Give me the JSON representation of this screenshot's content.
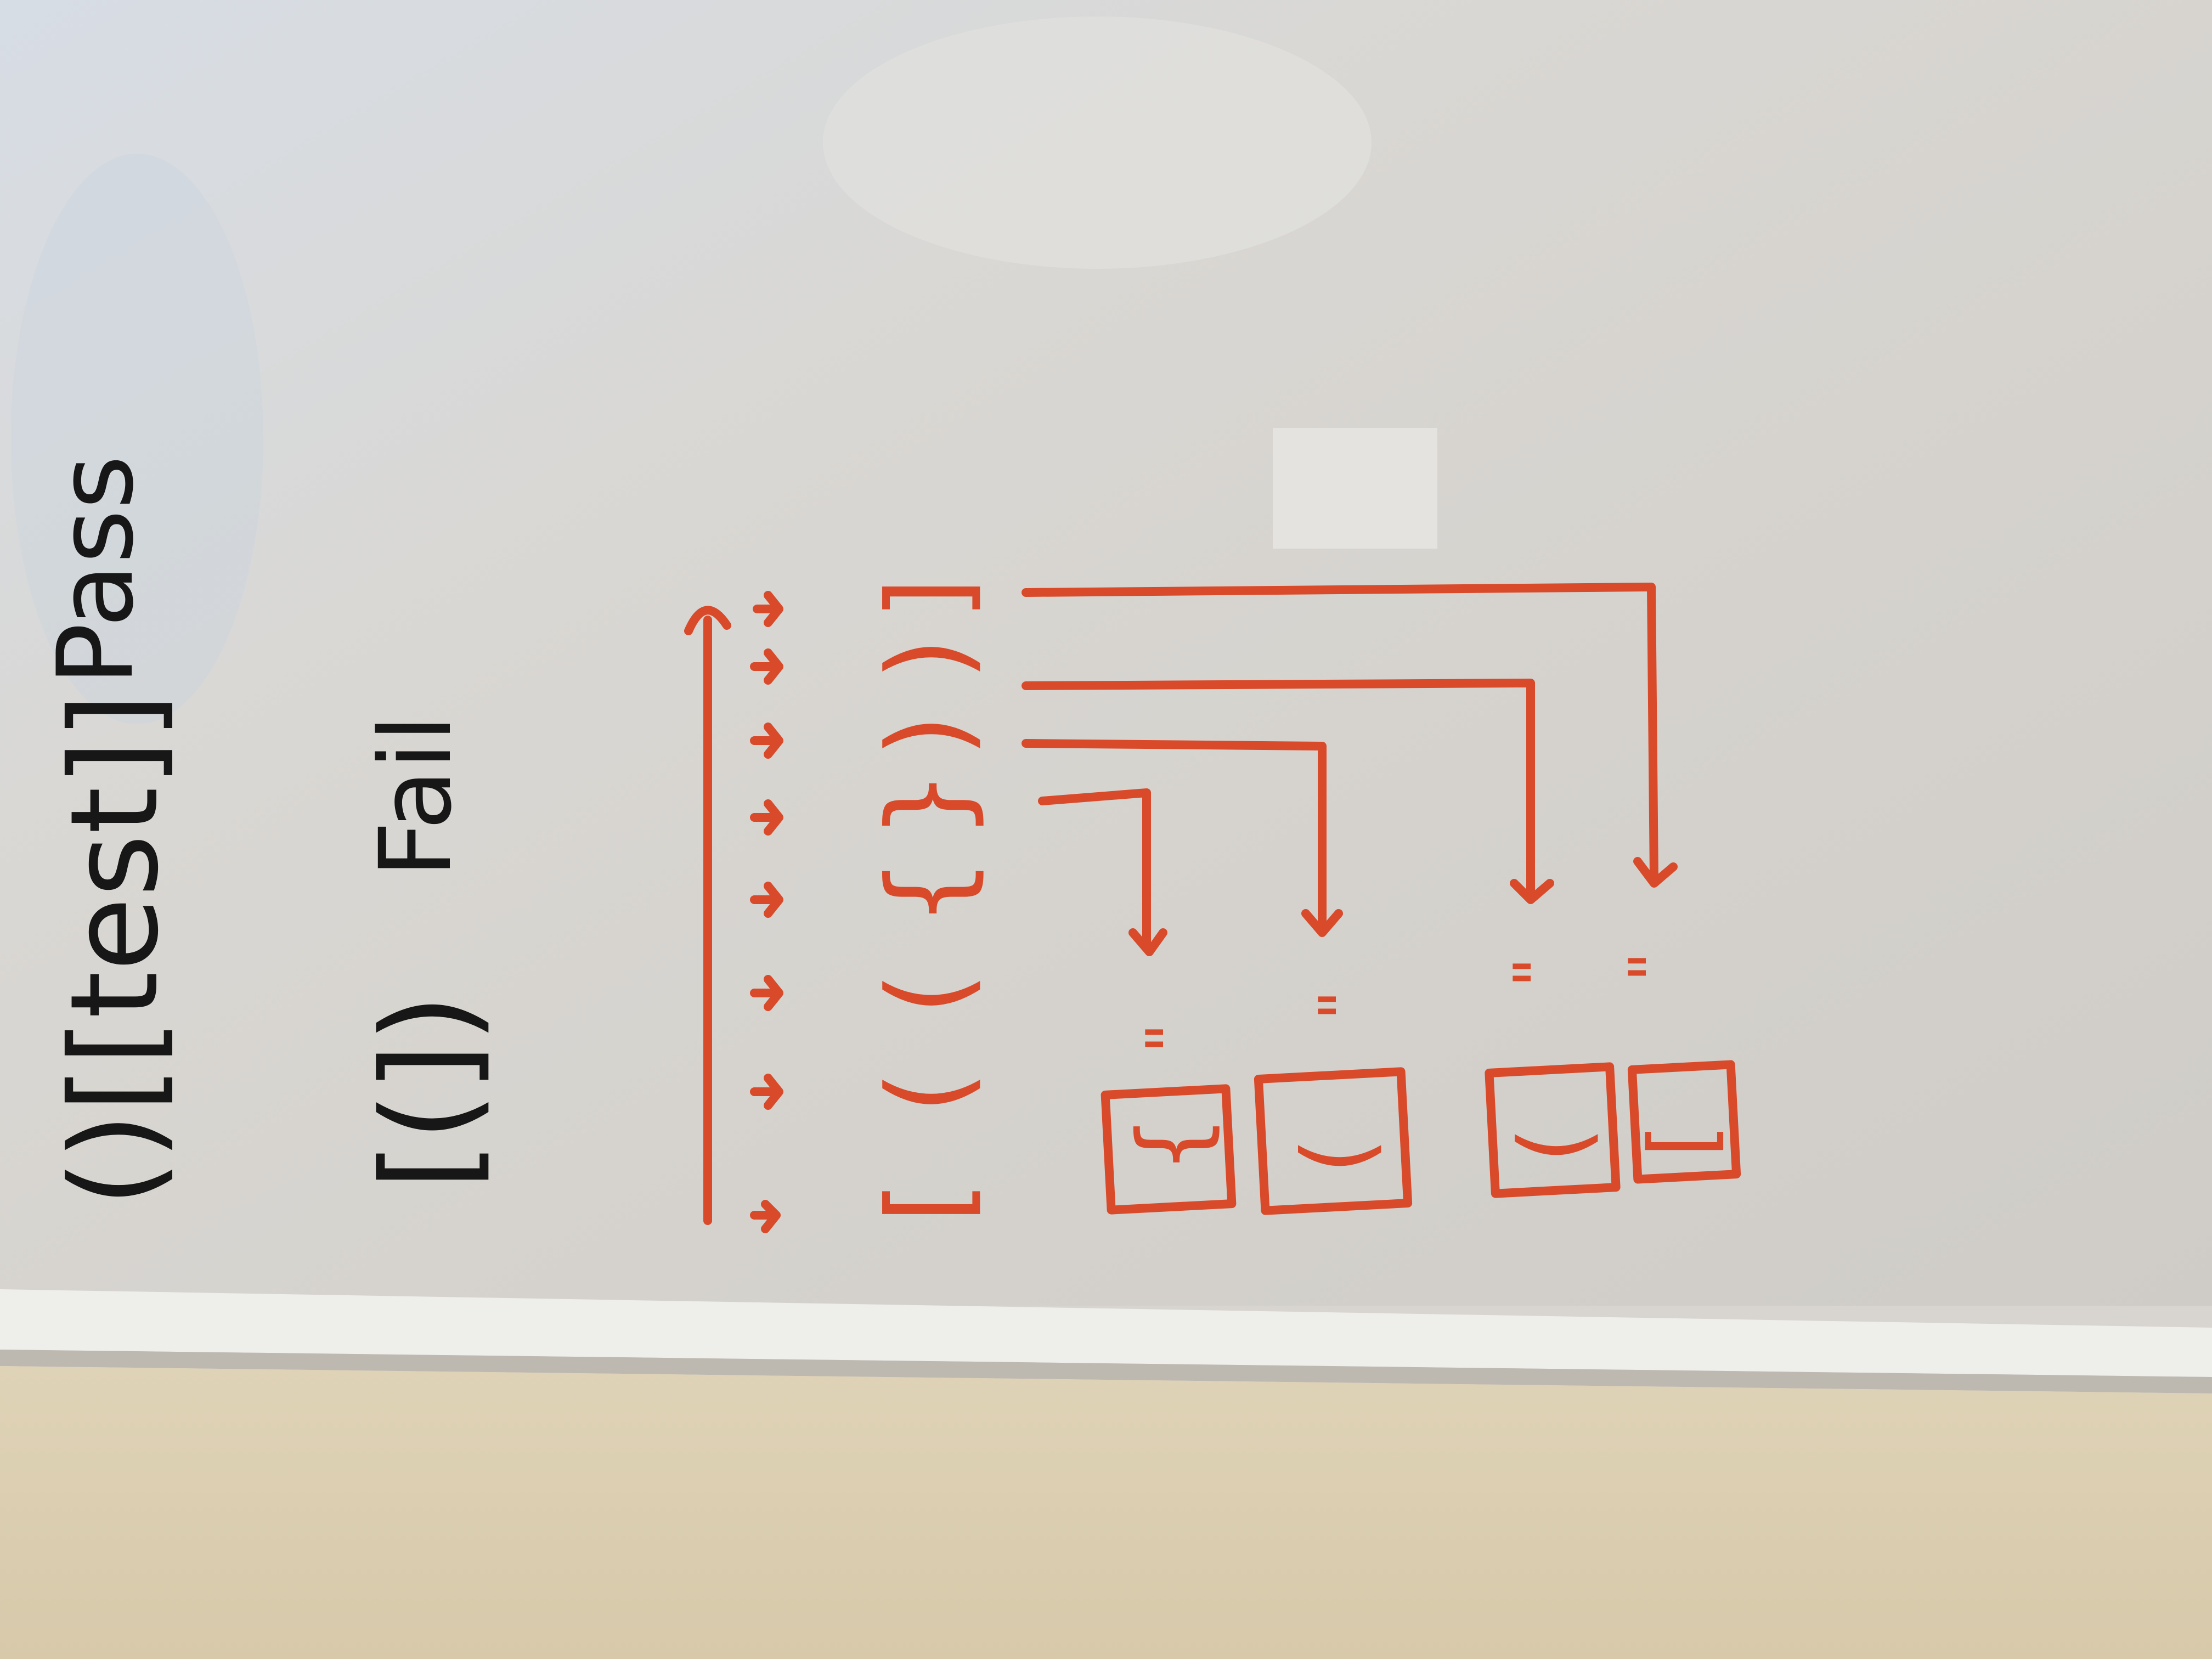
{
  "whiteboard": {
    "black_notes": {
      "pass_example": "()[[test]]",
      "pass_label": "Pass",
      "fail_example": "[(])",
      "fail_label": "Fail"
    },
    "red_diagram": {
      "stack_chars": [
        "[",
        "(",
        "(",
        "{",
        "}",
        ")",
        ")",
        "]"
      ],
      "arrow_count": 8,
      "results": [
        {
          "label": "\"",
          "box_char": "{"
        },
        {
          "label": "\"",
          "box_char": "("
        },
        {
          "label": "\"",
          "box_char": "("
        },
        {
          "label": "\"",
          "box_char": "["
        }
      ]
    }
  },
  "colors": {
    "board": "#d9d6d1",
    "ledge": "#ecebe7",
    "wall": "#ddd0b2",
    "black_ink": "#171717",
    "red_ink": "#d84a2a"
  }
}
